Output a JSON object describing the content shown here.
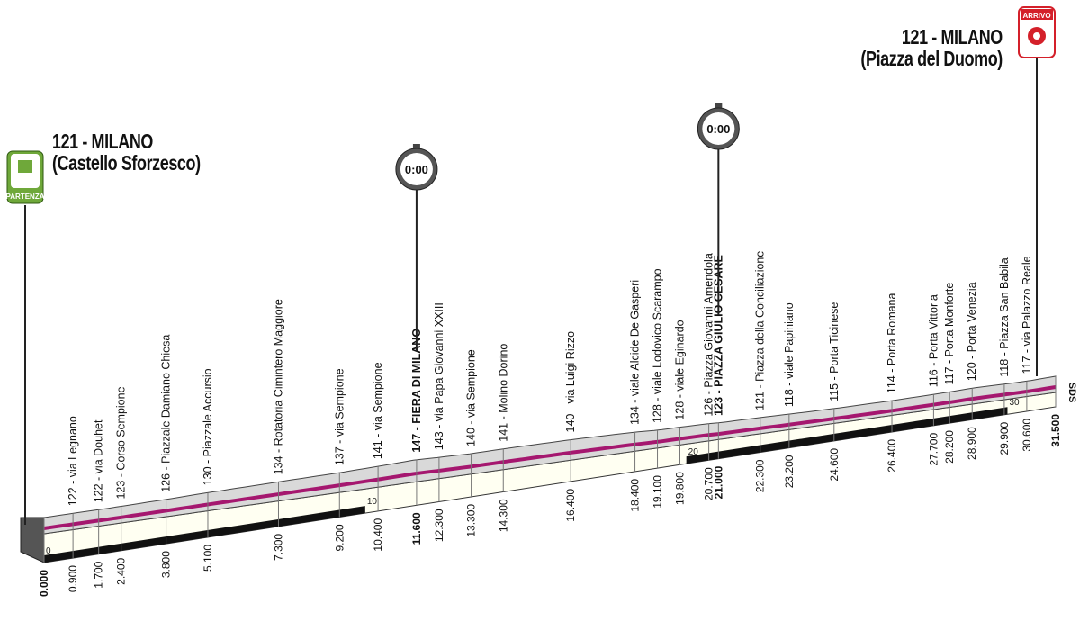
{
  "start": {
    "title_line1": "121 - MILANO",
    "title_line2": "(Castello Sforzesco)",
    "badge_label": "PARTENZA"
  },
  "finish": {
    "title_line1": "121 - MILANO",
    "title_line2": "(Piazza del Duomo)",
    "badge_label": "ARRIVO",
    "sds_label": "SDS"
  },
  "timing_badges": [
    "0:00",
    "0:00"
  ],
  "colors": {
    "profile_top": "#d9d9d9",
    "profile_band": "#a5176f",
    "profile_face": "#fffff2",
    "profile_side": "#555555",
    "start_badge": "#6fa83a",
    "finish_badge": "#d4202a"
  },
  "chart_data": {
    "type": "area",
    "total_km": 31.5,
    "distance_markers": [
      {
        "km": 0,
        "label": "0"
      },
      {
        "km": 10,
        "label": "10"
      },
      {
        "km": 20,
        "label": "20"
      },
      {
        "km": 30,
        "label": "30"
      }
    ],
    "waypoints": [
      {
        "km": 0.0,
        "km_label": "0.000",
        "alt": 121,
        "label": ""
      },
      {
        "km": 0.9,
        "km_label": "0.900",
        "alt": 122,
        "label": "122 - via Legnano"
      },
      {
        "km": 1.7,
        "km_label": "1.700",
        "alt": 122,
        "label": "122 - via Douhet"
      },
      {
        "km": 2.4,
        "km_label": "2.400",
        "alt": 123,
        "label": "123 - Corso Sempione"
      },
      {
        "km": 3.8,
        "km_label": "3.800",
        "alt": 126,
        "label": "126 - Piazzale Damiano Chiesa"
      },
      {
        "km": 5.1,
        "km_label": "5.100",
        "alt": 130,
        "label": "130 - Piazzale Accursio"
      },
      {
        "km": 7.3,
        "km_label": "7.300",
        "alt": 134,
        "label": "134 - Rotatoria Cimintero Maggiore"
      },
      {
        "km": 9.2,
        "km_label": "9.200",
        "alt": 137,
        "label": "137 - via Sempione"
      },
      {
        "km": 10.4,
        "km_label": "10.400",
        "alt": 141,
        "label": "141 - via Sempione"
      },
      {
        "km": 11.6,
        "km_label": "11.600",
        "alt": 147,
        "label": "147 - FIERA DI MILANO",
        "bold": true
      },
      {
        "km": 12.3,
        "km_label": "12.300",
        "alt": 143,
        "label": "143 - via Papa Giovanni XXIII"
      },
      {
        "km": 13.3,
        "km_label": "13.300",
        "alt": 140,
        "label": "140 - via Sempione"
      },
      {
        "km": 14.3,
        "km_label": "14.300",
        "alt": 141,
        "label": "141 - Molino Dorino"
      },
      {
        "km": 16.4,
        "km_label": "16.400",
        "alt": 140,
        "label": "140 - via Luigi Rizzo"
      },
      {
        "km": 18.4,
        "km_label": "18.400",
        "alt": 134,
        "label": "134 - viale Alcide De Gasperi"
      },
      {
        "km": 19.1,
        "km_label": "19.100",
        "alt": 128,
        "label": "128 - viale Lodovico Scarampo"
      },
      {
        "km": 19.8,
        "km_label": "19.800",
        "alt": 128,
        "label": "128 - viale Eginardo"
      },
      {
        "km": 20.7,
        "km_label": "20.700",
        "alt": 126,
        "label": "126 - Piazza Giovanni Amendola"
      },
      {
        "km": 21.0,
        "km_label": "21.000",
        "alt": 123,
        "label": "123 - PIAZZA GIULIO CESARE",
        "bold": true
      },
      {
        "km": 22.3,
        "km_label": "22.300",
        "alt": 121,
        "label": "121 - Piazza della Conciliazione"
      },
      {
        "km": 23.2,
        "km_label": "23.200",
        "alt": 118,
        "label": "118 - viale Papiniano"
      },
      {
        "km": 24.6,
        "km_label": "24.600",
        "alt": 115,
        "label": "115 - Porta Ticinese"
      },
      {
        "km": 26.4,
        "km_label": "26.400",
        "alt": 114,
        "label": "114 - Porta Romana"
      },
      {
        "km": 27.7,
        "km_label": "27.700",
        "alt": 116,
        "label": "116 - Porta Vittoria"
      },
      {
        "km": 28.2,
        "km_label": "28.200",
        "alt": 117,
        "label": "117 - Porta Monforte"
      },
      {
        "km": 28.9,
        "km_label": "28.900",
        "alt": 120,
        "label": "120 - Porta Venezia"
      },
      {
        "km": 29.9,
        "km_label": "29.900",
        "alt": 118,
        "label": "118 - Piazza San Babila"
      },
      {
        "km": 30.6,
        "km_label": "30.600",
        "alt": 117,
        "label": "117 - via Palazzo Reale"
      },
      {
        "km": 31.5,
        "km_label": "31.500",
        "alt": 121,
        "label": ""
      }
    ]
  }
}
